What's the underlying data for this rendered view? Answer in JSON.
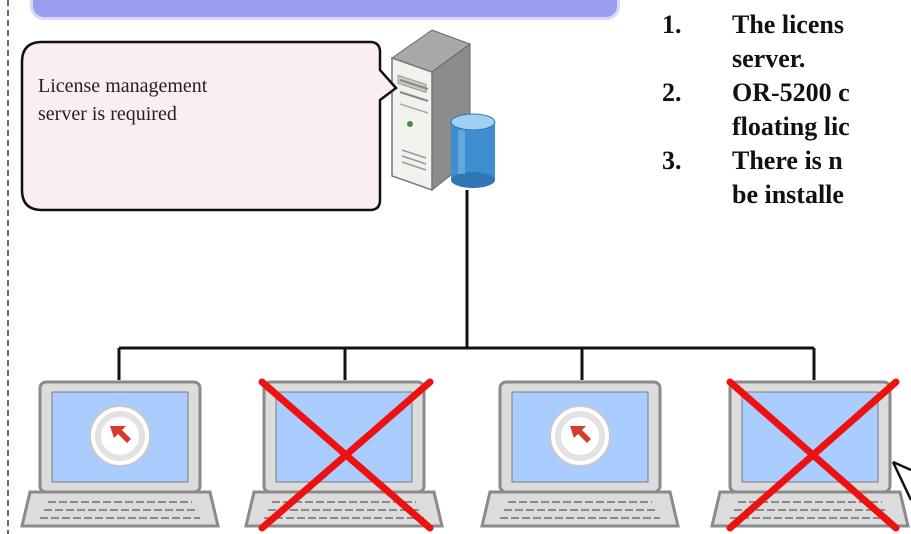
{
  "callout": {
    "text": "License management\nserver is required"
  },
  "requirements": [
    {
      "num": "1.",
      "text": "The licens\nserver."
    },
    {
      "num": "2.",
      "text": "OR-5200 c\nfloating lic"
    },
    {
      "num": "3.",
      "text": "There is n\nbe installe"
    }
  ],
  "clients": [
    {
      "id": "client-1",
      "has_license": true
    },
    {
      "id": "client-2",
      "has_license": false
    },
    {
      "id": "client-3",
      "has_license": true
    },
    {
      "id": "client-4",
      "has_license": false
    }
  ],
  "colors": {
    "banner": "#9a9cef",
    "callout_fill": "#fbeef2",
    "screen": "#aaccff",
    "cross": "#ee1111",
    "badge_arrow": "#d63a2c",
    "database": "#3f8fd0"
  }
}
